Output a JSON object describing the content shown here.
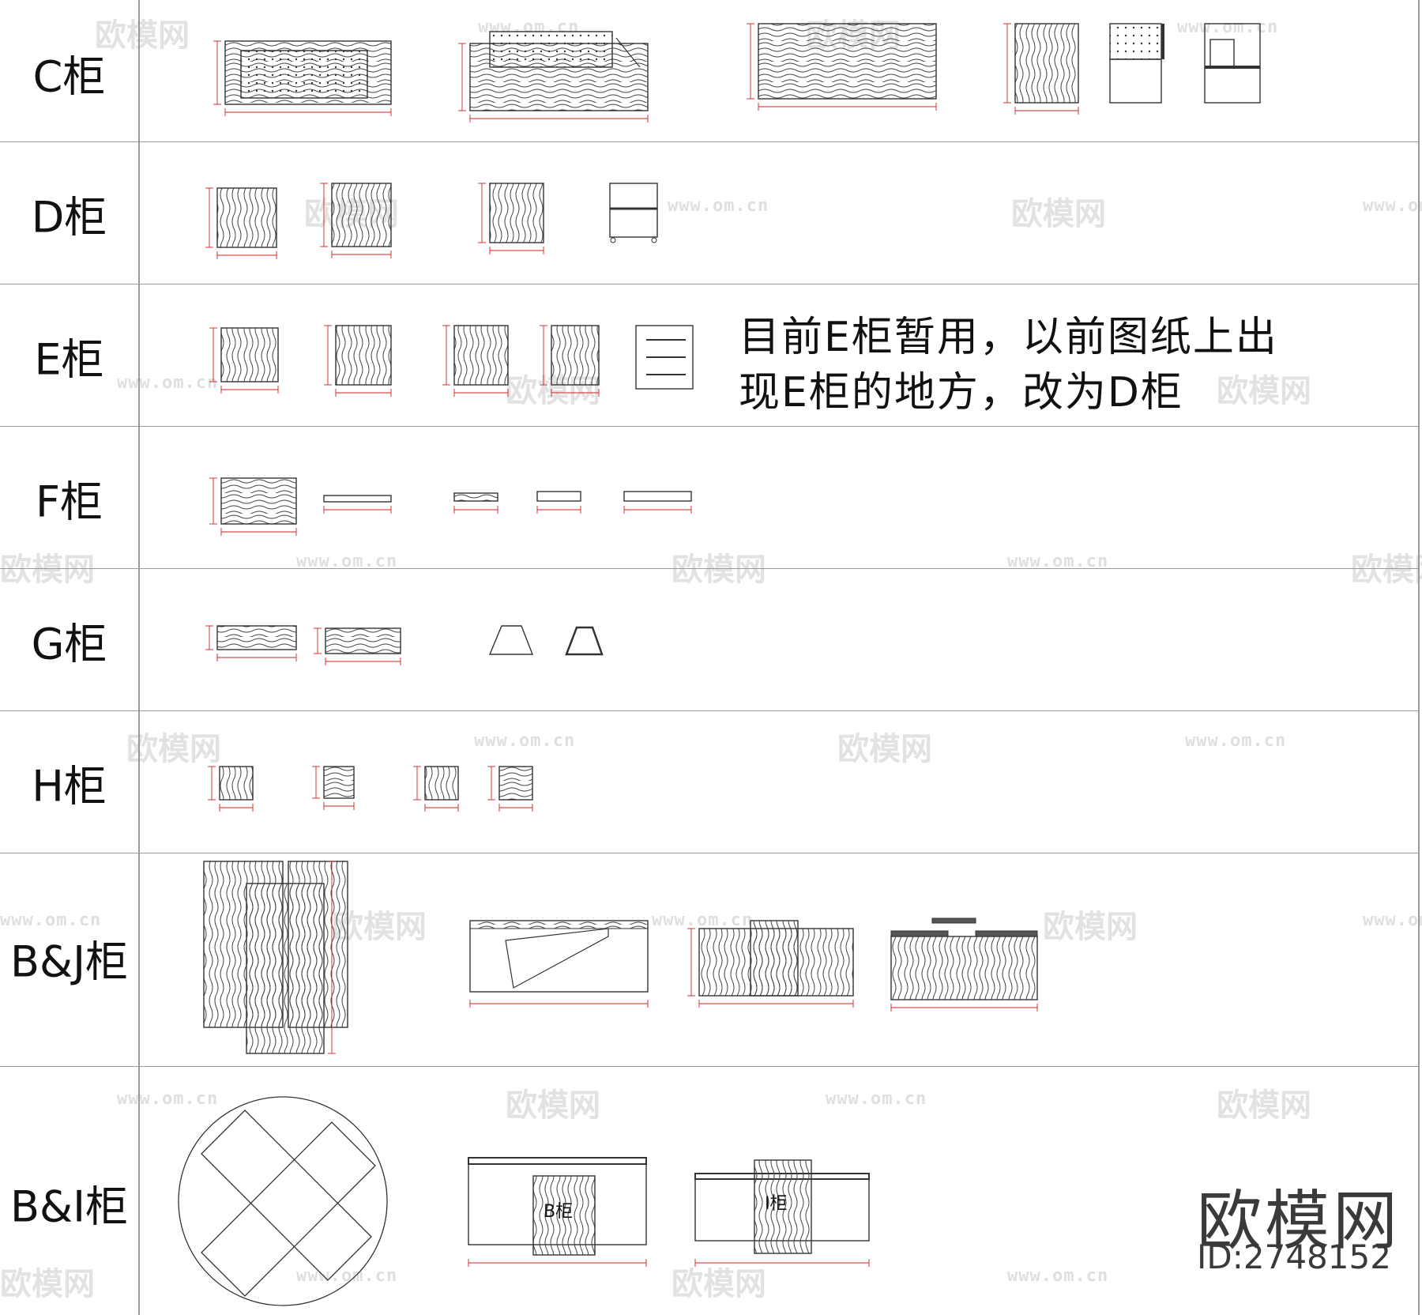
{
  "rows": [
    {
      "key": "c",
      "label": "C柜"
    },
    {
      "key": "d",
      "label": "D柜"
    },
    {
      "key": "e",
      "label": "E柜"
    },
    {
      "key": "f",
      "label": "F柜"
    },
    {
      "key": "g",
      "label": "G柜"
    },
    {
      "key": "h",
      "label": "H柜"
    },
    {
      "key": "bj",
      "label": "B&J柜"
    },
    {
      "key": "bi",
      "label": "B&I柜"
    }
  ],
  "note": {
    "line1": "目前E柜暂用，以前图纸上出",
    "line2": "现E柜的地方，改为D柜"
  },
  "inline_labels": {
    "b": "B柜",
    "i": "I柜"
  },
  "brand": {
    "name": "欧模网",
    "id": "ID:2748152"
  },
  "watermark": {
    "text": "欧模网",
    "url": "www.om.cn"
  },
  "colors": {
    "grid": "#9a9a9a",
    "line": "#333333",
    "dimension": "#cc2222"
  }
}
